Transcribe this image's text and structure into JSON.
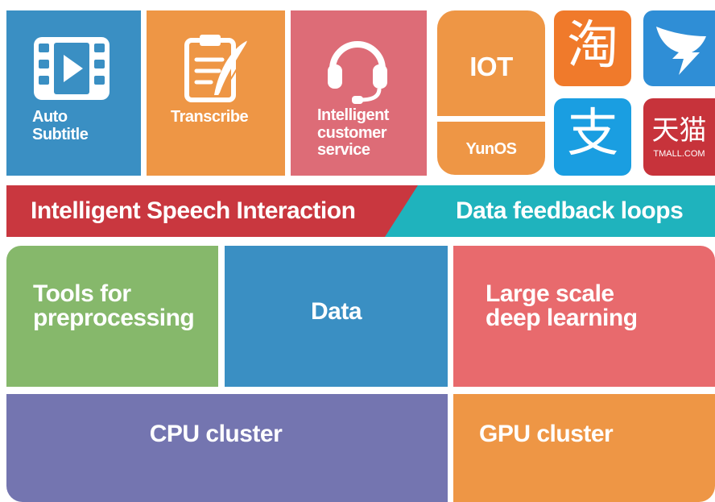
{
  "colors": {
    "blue": "#3a8fc3",
    "orange": "#ee9645",
    "pink": "#dd6c77",
    "red": "#c9373f",
    "teal": "#1fb3bd",
    "green": "#86b86b",
    "coral": "#e86a6d",
    "purple": "#7475b0",
    "taobao": "#f07a2b",
    "dingtalk": "#2f8ed6",
    "alipay": "#1a9ee1",
    "tmall": "#c7333b"
  },
  "top_row": {
    "auto_subtitle": {
      "label": "Auto\nSubtitle",
      "icon": "video-film-icon"
    },
    "transcribe": {
      "label": "Transcribe",
      "icon": "notepad-quill-icon"
    },
    "customer_service": {
      "label": "Intelligent\ncustomer\nservice",
      "icon": "headset-icon"
    },
    "iot": {
      "label": "IOT",
      "sub_label": "YunOS"
    },
    "apps": [
      {
        "name": "taobao",
        "glyph": "淘",
        "icon": "taobao-app-icon"
      },
      {
        "name": "dingtalk",
        "icon": "dingtalk-app-icon"
      },
      {
        "name": "alipay",
        "glyph": "支",
        "icon": "alipay-app-icon"
      },
      {
        "name": "tmall",
        "glyph": "天猫",
        "sub": "TMALL.COM",
        "icon": "tmall-app-icon"
      }
    ]
  },
  "bands": {
    "speech": "Intelligent Speech Interaction",
    "feedback": "Data feedback loops"
  },
  "middle_row": {
    "tools": "Tools for\npreprocessing",
    "data": "Data",
    "deep_learning": "Large scale\ndeep learning"
  },
  "bottom_row": {
    "cpu": "CPU cluster",
    "gpu": "GPU cluster"
  }
}
